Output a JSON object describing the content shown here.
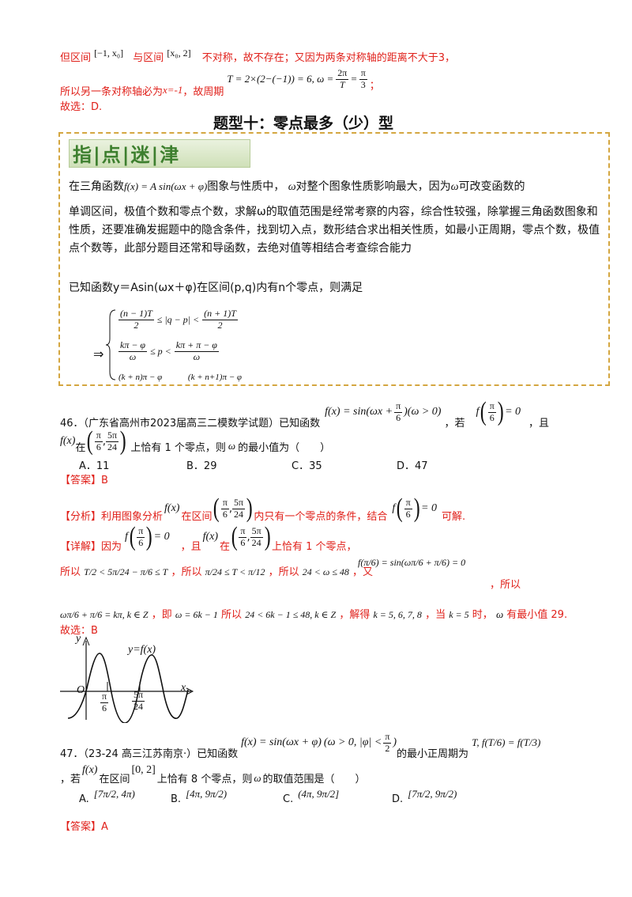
{
  "top": {
    "line1_a": "但区间",
    "line1_b": "与区间",
    "line1_c": "不对称，故不存在；又因为两条对称轴的距离不大于3，",
    "interval1": "[−1, x₀]",
    "interval2": "[x₀, 2]",
    "line2_a": "所以另一条对称轴必为",
    "line2_x": "x=-1",
    "line2_b": "，故周期",
    "line2_formula": "T = 2×(2−(−1)) = 6, ω =",
    "line2_frac1_n": "2π",
    "line2_frac1_d": "T",
    "line2_eq": "=",
    "line2_frac2_n": "π",
    "line2_frac2_d": "3",
    "line2_end": "；",
    "line3": "故选：D."
  },
  "section_title": "题型十：零点最多（少）型",
  "tips": {
    "tag": "指|点|迷|津",
    "p1_a": "在三角函数",
    "p1_f": "f(x) = A sin(ωx + φ)",
    "p1_b": "图象与性质中，",
    "p1_w": "ω",
    "p1_c": "对整个图象性质影响最大，因为",
    "p1_d": "可改变函数的",
    "p2": "单调区间，极值个数和零点个数，求解ω的取值范围是经常考察的内容，综合性较强，除掌握三角函数图象和性质，还要准确发掘题中的隐含条件，找到切入点，数形结合求出相关性质，如最小正周期，零点个数，极值点个数等，此部分题目还常和导函数，去绝对值等相结合考查综合能力",
    "p3": "已知函数y＝Asin(ωx＋φ)在区间(p,q)内有n个零点，则满足",
    "sys1_ln": "(n − 1)T",
    "sys1_ld": "2",
    "sys1_mid": "≤ |q − p| <",
    "sys1_rn": "(n + 1)T",
    "sys1_rd": "2",
    "sys2_ln": "kπ − φ",
    "sys2_ld": "ω",
    "sys2_mid": "≤ p <",
    "sys2_rn": "kπ + π − φ",
    "sys2_rd": "ω",
    "sys3_l": "(k + n)π − φ",
    "sys3_r": "(k + n+1)π − φ",
    "arrow": "⇒"
  },
  "q46": {
    "num": "46．（广东省高州市2023届高三二模数学试题）已知函数",
    "func": "f(x) = sin(ωx +",
    "func_fn": "π",
    "func_fd": "6",
    "func_tail": ")(ω > 0)",
    "cond_a": "，若",
    "cond_f": "f",
    "cond_fn": "π",
    "cond_fd": "6",
    "cond_eq": "= 0",
    "cond_b": "，且",
    "line2_f": "f(x)",
    "line2_in": "在",
    "line2_in_n1": "π",
    "line2_in_d1": "6",
    "line2_in_n2": "5π",
    "line2_in_d2": "24",
    "line2_b": "上恰有 1 个零点，则",
    "line2_w": "ω",
    "line2_c": "的最小值为（　　）",
    "choices": [
      "A．11",
      "B．29",
      "C．35",
      "D．47"
    ],
    "answer_label": "【答案】",
    "answer": "B",
    "analysis_label": "【分析】",
    "analysis_a": "利用图象分析",
    "analysis_b": "在区间",
    "analysis_c": "内只有一个零点的条件，结合",
    "analysis_d": "可解.",
    "detail_label": "【详解】",
    "detail_a": "因为",
    "detail_b": "，且",
    "detail_c": "在",
    "detail_d": "上恰有 1 个零点，",
    "l1_a": "所以",
    "l1_f1": "T/2 < 5π/24 − π/6 ≤ T",
    "l1_b": "，所以",
    "l1_f2": "π/24 ≤ T < π/12",
    "l1_c": "，所以",
    "l1_f3": "24 < ω ≤ 48",
    "l1_d": "，又",
    "l1_f4": "f(π/6) = sin(ωπ/6 + π/6) = 0",
    "l1_e": "，所以",
    "l2_f1": "ωπ/6 + π/6 = kπ, k ∈ Z",
    "l2_a": "，即",
    "l2_f2": "ω = 6k − 1",
    "l2_b": "所以",
    "l2_f3": "24 < 6k − 1 ≤ 48, k ∈ Z",
    "l2_c": "，解得",
    "l2_f4": "k = 5, 6, 7, 8",
    "l2_d": "，当",
    "l2_f5": "k = 5",
    "l2_e": "时，",
    "l2_w": "ω",
    "l2_g": "有最小值 29.",
    "final": "故选：B",
    "graph_label": "y=f(x)",
    "graph_y": "y",
    "graph_x": "x",
    "graph_o": "O",
    "graph_t1n": "π",
    "graph_t1d": "6",
    "graph_t2n": "5π",
    "graph_t2d": "24"
  },
  "q47": {
    "num": "47．（23-24 高三江苏南京·）已知函数",
    "func": "f(x) = sin(ωx + φ)",
    "cond": "(ω > 0, |φ| <",
    "cond_n": "π",
    "cond_d": "2",
    "cond_end": ")",
    "mid": "的最小正周期为",
    "eq": "T, f(T/6) = f(T/3)",
    "line2_a": "，若",
    "line2_f": "f(x)",
    "line2_b": "在区间",
    "line2_int": "[0, 2]",
    "line2_c": "上恰有 8 个零点，则",
    "line2_w": "ω",
    "line2_d": "的取值范围是（　　）",
    "choices": [
      {
        "label": "A.",
        "value": "[7π/2, 4π)"
      },
      {
        "label": "B.",
        "value": "[4π, 9π/2)"
      },
      {
        "label": "C.",
        "value": "(4π, 9π/2]"
      },
      {
        "label": "D.",
        "value": "[7π/2, 9π/2)"
      }
    ],
    "answer_label": "【答案】",
    "answer": "A"
  }
}
